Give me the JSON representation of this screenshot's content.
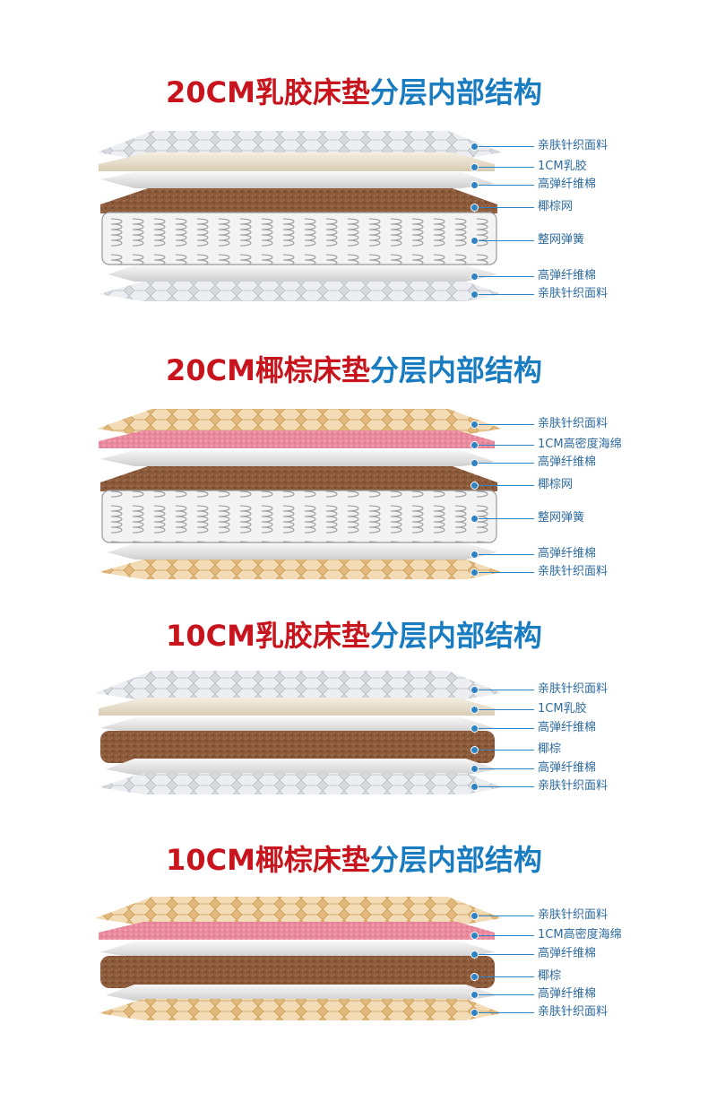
{
  "colors": {
    "title_red": "#c8141c",
    "title_blue": "#1a7cc0",
    "label_blue": "#2d6a9c",
    "line_blue": "#2d83c4",
    "silver_fabric": "#d9dce0",
    "gold_fabric": "#e8c89a",
    "latex": "#efe7d6",
    "fiber": "#e6e6e6",
    "coir": "#8a5a3c",
    "pink_foam": "#ec8aa0",
    "spring_frame": "#f1f1f1"
  },
  "sections": [
    {
      "title_red": "20CM乳胶床垫",
      "title_blue": "分层内部结构",
      "labels": [
        "亲肤针织面料",
        "1CM乳胶",
        "高弹纤维棉",
        "椰棕网",
        "整网弹簧",
        "高弹纤维棉",
        "亲肤针织面料"
      ]
    },
    {
      "title_red": "20CM椰棕床垫",
      "title_blue": "分层内部结构",
      "labels": [
        "亲肤针织面料",
        "1CM高密度海绵",
        "高弹纤维棉",
        "椰棕网",
        "整网弹簧",
        "高弹纤维棉",
        "亲肤针织面料"
      ]
    },
    {
      "title_red": "10CM乳胶床垫",
      "title_blue": "分层内部结构",
      "labels": [
        "亲肤针织面料",
        "1CM乳胶",
        "高弹纤维棉",
        "椰棕",
        "高弹纤维棉",
        "亲肤针织面料"
      ]
    },
    {
      "title_red": "10CM椰棕床垫",
      "title_blue": "分层内部结构",
      "labels": [
        "亲肤针织面料",
        "1CM高密度海绵",
        "高弹纤维棉",
        "椰棕",
        "高弹纤维棉",
        "亲肤针织面料"
      ]
    }
  ]
}
